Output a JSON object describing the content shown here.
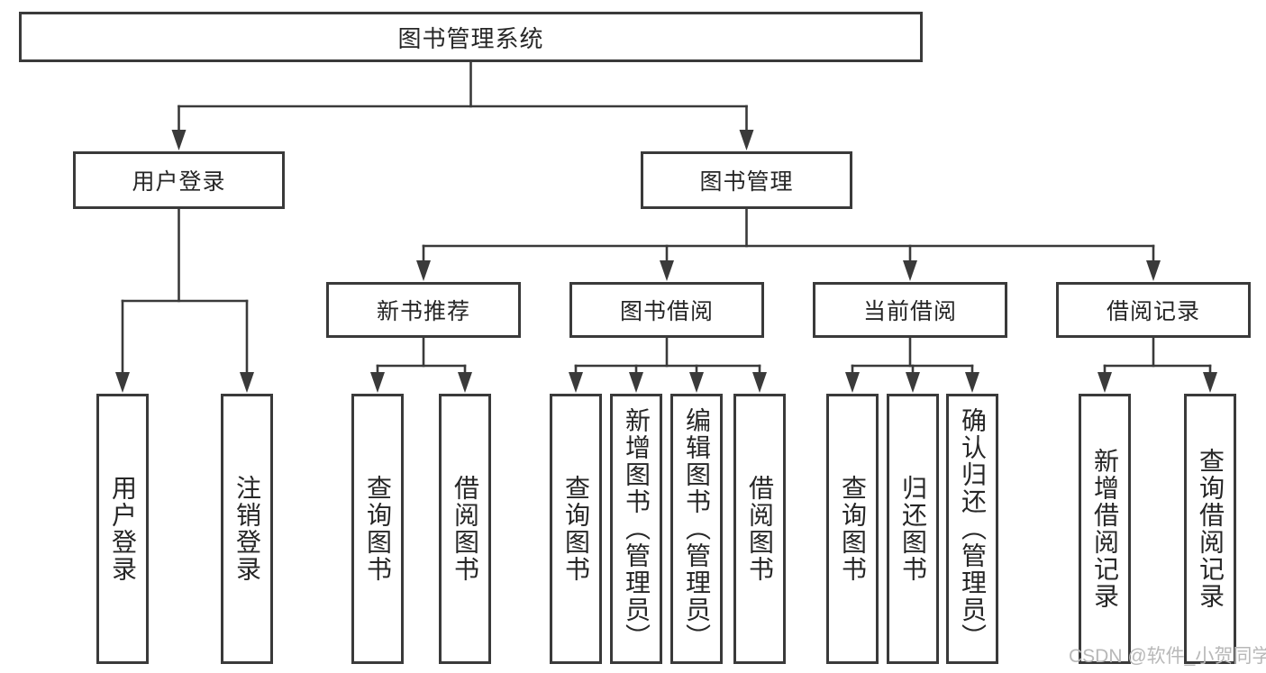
{
  "watermark": "CSDN @软件_小贺同学",
  "colors": {
    "line": "#3a3a3a",
    "box_border": "#3a3a3a",
    "text": "#262626",
    "background": "#ffffff",
    "watermark": "#b8b8b8"
  },
  "tree": {
    "label": "图书管理系统",
    "children": [
      {
        "label": "用户登录",
        "children": [
          {
            "label": "用户登录"
          },
          {
            "label": "注销登录"
          }
        ]
      },
      {
        "label": "图书管理",
        "children": [
          {
            "label": "新书推荐",
            "children": [
              {
                "label": "查询图书"
              },
              {
                "label": "借阅图书"
              }
            ]
          },
          {
            "label": "图书借阅",
            "children": [
              {
                "label": "查询图书"
              },
              {
                "label": "新增图书（管理员）"
              },
              {
                "label": "编辑图书（管理员）"
              },
              {
                "label": "借阅图书"
              }
            ]
          },
          {
            "label": "当前借阅",
            "children": [
              {
                "label": "查询图书"
              },
              {
                "label": "归还图书"
              },
              {
                "label": "确认归还（管理员）"
              }
            ]
          },
          {
            "label": "借阅记录",
            "children": [
              {
                "label": "新增借阅记录"
              },
              {
                "label": "查询借阅记录"
              }
            ]
          }
        ]
      }
    ]
  }
}
